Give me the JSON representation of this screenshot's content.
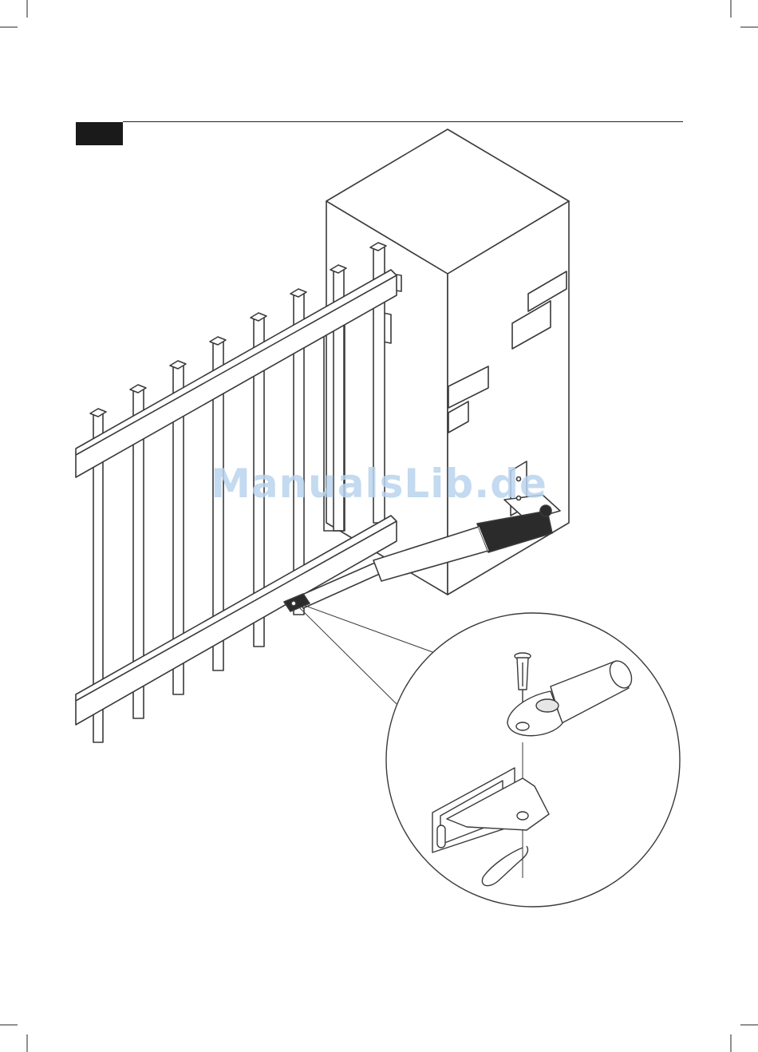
{
  "page": {
    "watermark_text": "ManualsLib.de",
    "step_label": ""
  },
  "colors": {
    "line": "#3a3a3a",
    "fill_white": "#ffffff",
    "fill_dark": "#2b2b2b",
    "watermark": "#b9d4ee"
  },
  "figure": {
    "main_view": "gate-with-actuator",
    "detail_view": "hinge-pin-bracket-detail"
  }
}
